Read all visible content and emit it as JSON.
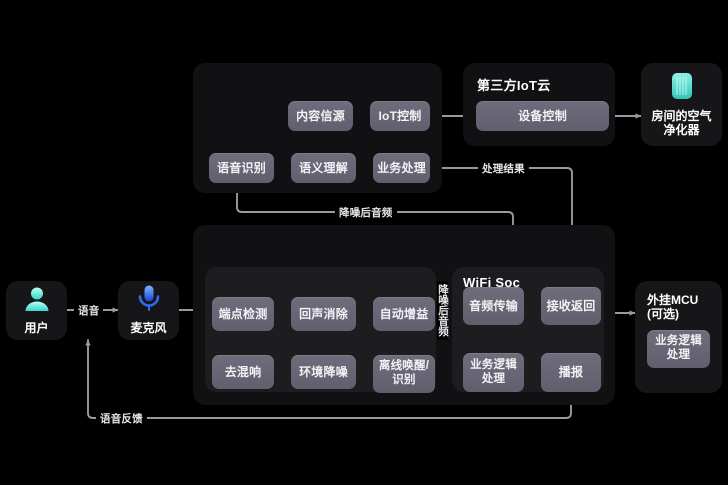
{
  "diagram": {
    "title": "Voice assistant end-to-end flow",
    "colors": {
      "background": "#000000",
      "panel": "#111113",
      "panel_inner": "#1d1d1f",
      "card": "#161618",
      "node": "#6b6878",
      "wire": "#9a9a9e",
      "text": "#ffffff",
      "user_icon": "#4fe3d8",
      "mic_icon": "#2f6bf5",
      "purifier_icon": "#5de3d4"
    }
  },
  "devices": {
    "user": {
      "label": "用户",
      "icon": "user-icon"
    },
    "microphone": {
      "label": "麦克风",
      "icon": "microphone-icon"
    },
    "purifier": {
      "label": "房间的空气\n净化器",
      "icon": "air-purifier-icon"
    },
    "mcu": {
      "label": "外挂MCU\n(可选)",
      "node": "业务逻辑\n处理"
    }
  },
  "panels": {
    "cloud_asr": {
      "title": ""
    },
    "iot_cloud": {
      "title": "第三方IoT云",
      "node": "设备控制"
    },
    "device": {
      "title": ""
    },
    "dsp": {
      "title": ""
    },
    "wifi_soc": {
      "title": "WiFi Soc"
    }
  },
  "nodes": {
    "asr": "语音识别",
    "nlu": "语义理解",
    "biz": "业务处理",
    "content_source": "内容信源",
    "iot_control": "IoT控制",
    "device_control": "设备控制",
    "vad": "端点检测",
    "dereverb": "去混响",
    "aec": "回声消除",
    "denoise": "环境降噪",
    "agc": "自动增益",
    "wakeup": "离线唤醒/\n识别",
    "audio_tx": "音频传输",
    "biz_logic": "业务逻辑\n处理",
    "recv_return": "接收返回",
    "tts_play": "播报",
    "mcu_biz": "业务逻辑\n处理"
  },
  "edges": [
    {
      "label": "语音",
      "from": "user",
      "to": "microphone"
    },
    {
      "label": "降噪后音频",
      "from": "audio_tx",
      "to": "asr"
    },
    {
      "label": "降噪后音频",
      "from": "agc",
      "to": "audio_tx",
      "orientation": "vertical"
    },
    {
      "label": "处理结果",
      "from": "biz",
      "to": "recv_return"
    },
    {
      "label": "语音反馈",
      "from": "tts_play",
      "to": "user"
    }
  ]
}
